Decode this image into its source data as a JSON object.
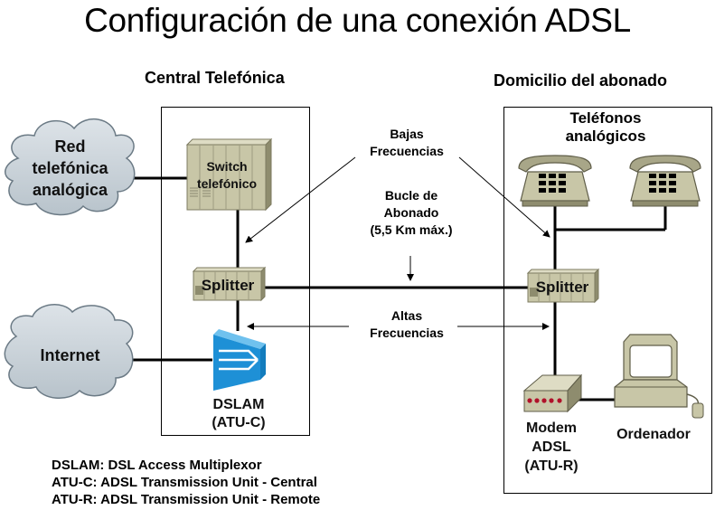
{
  "title": "Configuración de una conexión ADSL",
  "sections": {
    "central": "Central Telefónica",
    "domicilio": "Domicilio del abonado"
  },
  "clouds": {
    "red_telefonica": [
      "Red",
      "telefónica",
      "analógica"
    ],
    "internet": "Internet"
  },
  "central_devices": {
    "switch": [
      "Switch",
      "telefónico"
    ],
    "splitter": "Splitter",
    "dslam": [
      "DSLAM",
      "(ATU-C)"
    ]
  },
  "annotations": {
    "bajas": [
      "Bajas",
      "Frecuencias"
    ],
    "bucle": [
      "Bucle de",
      "Abonado",
      "(5,5 Km máx.)"
    ],
    "altas": [
      "Altas",
      "Frecuencias"
    ]
  },
  "home_devices": {
    "telefonos": [
      "Teléfonos",
      "analógicos"
    ],
    "splitter": "Splitter",
    "modem": [
      "Modem",
      "ADSL",
      "(ATU-R)"
    ],
    "ordenador": "Ordenador"
  },
  "legend": [
    "DSLAM: DSL Access Multiplexor",
    "ATU-C: ADSL Transmission Unit - Central",
    "ATU-R: ADSL Transmission Unit - Remote"
  ],
  "colors": {
    "equipment": "#c8c6a7",
    "equipment_dark": "#8e8c6e",
    "cloud": "#c9d2d8",
    "dslam": "#1e90d6",
    "led": "#b0122a"
  }
}
